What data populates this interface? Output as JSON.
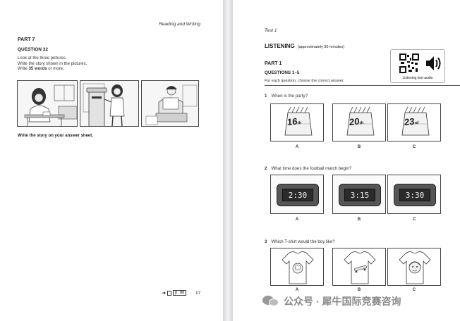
{
  "left_page": {
    "header": "Reading and Writing",
    "part": "PART 7",
    "question": "QUESTION 32",
    "instructions": [
      "Look at the three pictures.",
      "Write the story shown in the pictures."
    ],
    "instruction_words_prefix": "Write ",
    "instruction_words_count": "35 words",
    "instruction_words_suffix": " or more.",
    "answer_note": "Write the story on your answer sheet.",
    "page_ref": "p. 88",
    "page_number": "17"
  },
  "right_page": {
    "header": "Test 1",
    "title": "LISTENING",
    "duration": "(approximately 30 minutes)",
    "part": "PART 1",
    "questions_range": "QUESTIONS 1–5",
    "instruction": "For each question, choose the correct answer.",
    "audio_label": "Listening test audio",
    "questions": [
      {
        "number": "1",
        "text": "When is the party?"
      },
      {
        "number": "2",
        "text": "What time does the football match begin?"
      },
      {
        "number": "3",
        "text": "Which T-shirt would the boy like?"
      }
    ],
    "option_labels": [
      "A",
      "B",
      "C"
    ],
    "calendar_dates": [
      {
        "num": "16",
        "suffix": "th"
      },
      {
        "num": "20",
        "suffix": "th"
      },
      {
        "num": "23",
        "suffix": "rd"
      }
    ],
    "clock_times": [
      "2:30",
      "3:15",
      "3:30"
    ]
  },
  "watermark": "公众号 · 犀牛国际竞赛咨询",
  "colors": {
    "line": "#444444",
    "clock_body": "#555555",
    "display": "#2b2b2b"
  }
}
